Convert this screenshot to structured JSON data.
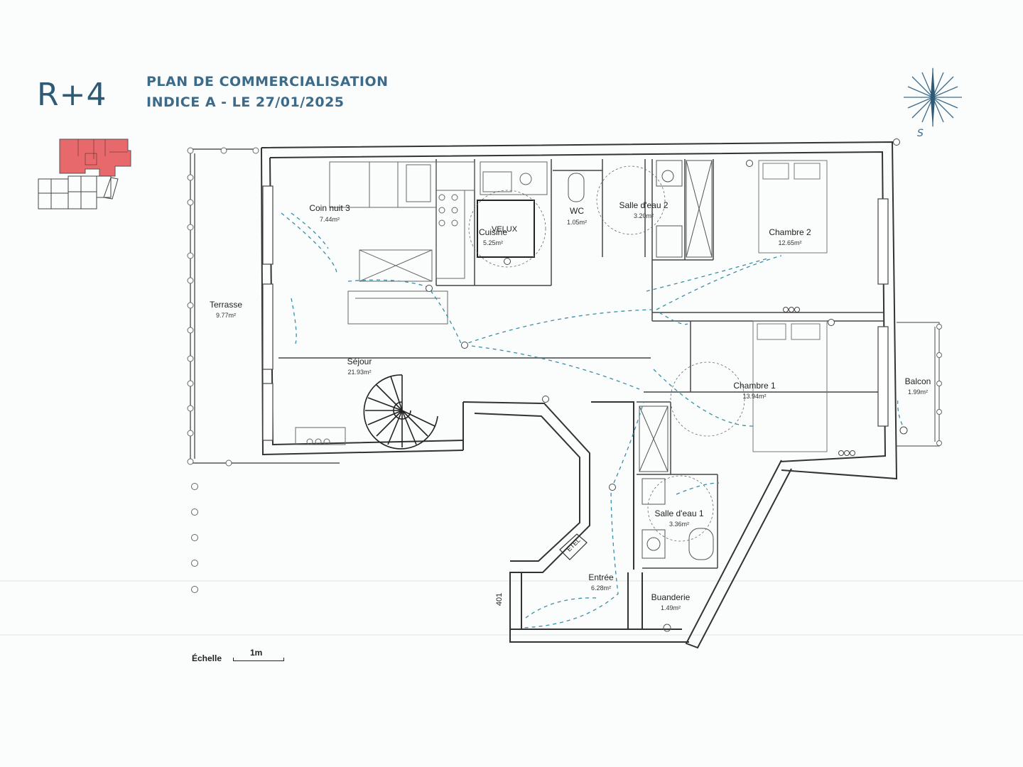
{
  "header": {
    "level": "R+4",
    "line1": "PLAN DE COMMERCIALISATION",
    "line2": "INDICE A - LE 27/01/2025"
  },
  "compass": {
    "label": "S",
    "icon": "compass-rose-icon"
  },
  "rooms": [
    {
      "id": "coin-nuit-3",
      "name": "Coin nuit 3",
      "area": "7.44m²"
    },
    {
      "id": "cuisine",
      "name": "Cuisine",
      "area": "5.25m²"
    },
    {
      "id": "wc",
      "name": "WC",
      "area": "1.05m²"
    },
    {
      "id": "salle-deau-2",
      "name": "Salle d'eau 2",
      "area": "3.20m²"
    },
    {
      "id": "chambre-2",
      "name": "Chambre 2",
      "area": "12.65m²"
    },
    {
      "id": "terrasse",
      "name": "Terrasse",
      "area": "9.77m²"
    },
    {
      "id": "sejour",
      "name": "Séjour",
      "area": "21.93m²"
    },
    {
      "id": "chambre-1",
      "name": "Chambre 1",
      "area": "13.94m²"
    },
    {
      "id": "balcon",
      "name": "Balcon",
      "area": "1.99m²"
    },
    {
      "id": "salle-deau-1",
      "name": "Salle d'eau 1",
      "area": "3.36m²"
    },
    {
      "id": "entree",
      "name": "Entrée",
      "area": "6.28m²"
    },
    {
      "id": "buanderie",
      "name": "Buanderie",
      "area": "1.49m²"
    }
  ],
  "labels": {
    "velux": "VELUX",
    "etel": "ETEL",
    "door_number": "401"
  },
  "scale": {
    "label": "Échelle",
    "value": "1m"
  },
  "colors": {
    "title": "#3c6b8a",
    "highlight": "#e8696b",
    "wiring": "#3a8ea5",
    "wall": "#333333"
  }
}
